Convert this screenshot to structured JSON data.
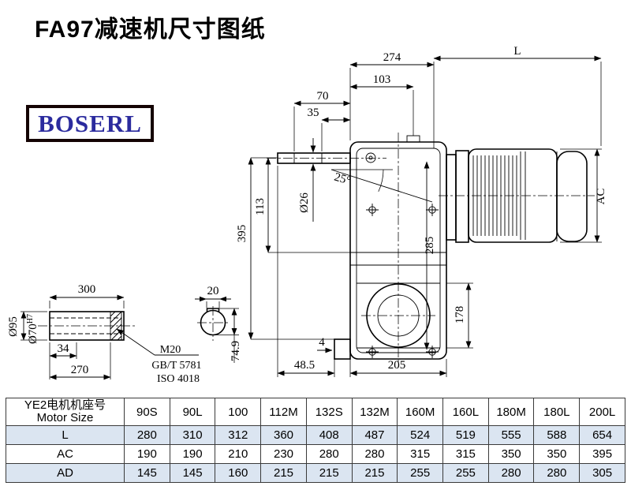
{
  "page": {
    "title": "FA97减速机尺寸图纸"
  },
  "logo": {
    "text": "BOSERL"
  },
  "drawing": {
    "dims": {
      "d274": "274",
      "dL": "L",
      "d103": "103",
      "d70": "70",
      "d35": "35",
      "angle25": "25°",
      "dia26": "Ø26",
      "d113": "113",
      "d395": "395",
      "d285": "285",
      "dAC": "AC",
      "d178": "178",
      "d4": "4",
      "d48_5": "48.5",
      "d205": "205"
    },
    "shaft": {
      "d300": "300",
      "dia95": "Ø95",
      "dia70": "Ø70",
      "dia70_sup": "H7",
      "d34": "34",
      "d270": "270",
      "m20": "M20",
      "std_gb": "GB/T 5781",
      "std_iso": "ISO 4018"
    },
    "key": {
      "d20": "20",
      "d74_9": "74.9"
    }
  },
  "table": {
    "header": {
      "label_cn": "YE2电机机座号",
      "label_en": "Motor Size",
      "columns": [
        "90S",
        "90L",
        "100",
        "112M",
        "132S",
        "132M",
        "160M",
        "160L",
        "180M",
        "180L",
        "200L"
      ]
    },
    "rows": [
      {
        "label": "L",
        "values": [
          "280",
          "310",
          "312",
          "360",
          "408",
          "487",
          "524",
          "519",
          "555",
          "588",
          "654"
        ]
      },
      {
        "label": "AC",
        "values": [
          "190",
          "190",
          "210",
          "230",
          "280",
          "280",
          "315",
          "315",
          "350",
          "350",
          "395"
        ]
      },
      {
        "label": "AD",
        "values": [
          "145",
          "145",
          "160",
          "215",
          "215",
          "215",
          "255",
          "255",
          "280",
          "280",
          "305"
        ]
      }
    ]
  }
}
